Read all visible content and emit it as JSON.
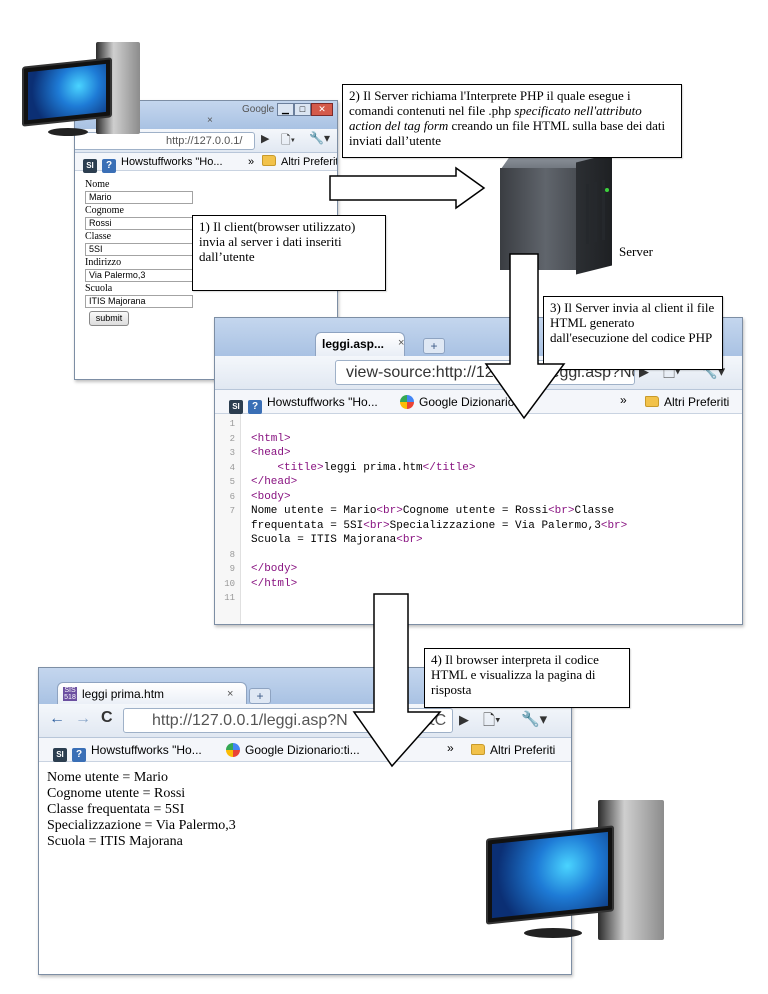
{
  "browser1": {
    "google_label": "Google",
    "url": "http://127.0.0.1/",
    "bookmarks": [
      "Howstuffworks \"Ho...",
      "Altri Preferiti"
    ],
    "form": {
      "fields": [
        {
          "label": "Nome",
          "value": "Mario"
        },
        {
          "label": "Cognome",
          "value": "Rossi"
        },
        {
          "label": "Classe",
          "value": "5SI"
        },
        {
          "label": "Indirizzo",
          "value": "Via Palermo,3"
        },
        {
          "label": "Scuola",
          "value": "ITIS Majorana"
        }
      ],
      "submit_label": "submit"
    }
  },
  "browser2": {
    "tab_title": "leggi.asp...",
    "url": "view-source:http://127.0.0.1/leggi.asp?Nom",
    "bookmarks": [
      "Howstuffworks \"Ho...",
      "Google Dizionario:...",
      "Altri Preferiti"
    ],
    "code_lines": [
      {
        "n": "1",
        "text": ""
      },
      {
        "n": "2",
        "text": "<html>"
      },
      {
        "n": "3",
        "text": "<head>"
      },
      {
        "n": "4",
        "text": "    <title>leggi prima.htm</title>"
      },
      {
        "n": "5",
        "text": "</head>"
      },
      {
        "n": "6",
        "text": "<body>"
      },
      {
        "n": "7",
        "text": "Nome utente = Mario<br>Cognome utente = Rossi<br>Classe"
      },
      {
        "n": "",
        "text": "frequentata = 5SI<br>Specializzazione = Via Palermo,3<br>"
      },
      {
        "n": "",
        "text": "Scuola = ITIS Majorana<br>"
      },
      {
        "n": "8",
        "text": ""
      },
      {
        "n": "9",
        "text": "</body>"
      },
      {
        "n": "10",
        "text": "</html>"
      },
      {
        "n": "11",
        "text": ""
      }
    ]
  },
  "browser3": {
    "tab_title": "leggi prima.htm",
    "url": "http://127.0.0.1/leggi.asp?N",
    "url_tail": "&C",
    "bookmarks": [
      "Howstuffworks \"Ho...",
      "Google Dizionario:ti...",
      "Altri Preferiti"
    ],
    "result_lines": [
      "Nome utente = Mario",
      "Cognome utente = Rossi",
      "Classe frequentata = 5SI",
      "Specializzazione = Via Palermo,3",
      "Scuola = ITIS Majorana"
    ]
  },
  "callouts": {
    "step1": "1) Il client(browser utilizzato) invia al server i dati inseriti dall’utente",
    "step2_a": "2) Il Server richiama l'Interprete PHP il quale esegue i comandi contenuti nel file .php ",
    "step2_b": "specificato nell'attributo action del tag form",
    "step2_c": " creando un file HTML sulla base dei dati inviati dall’utente",
    "step3": "3) Il Server invia al client il file HTML  generato dall'esecuzione del codice PHP",
    "step4": "4) Il browser interpreta il codice HTML e visualizza la pagina di risposta"
  },
  "server_label": "Server"
}
